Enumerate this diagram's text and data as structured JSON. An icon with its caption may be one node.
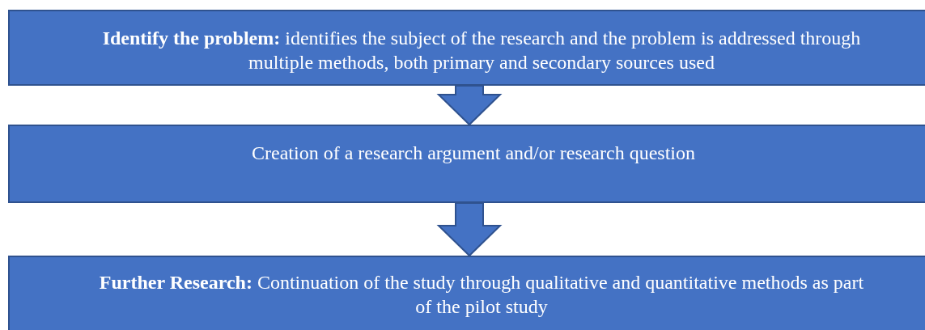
{
  "diagram": {
    "nodes": [
      {
        "text": [
          "**Identify the problem:** identifies the subject of the research and the problem is addressed through multiple methods, both primary and secondary sources used"
        ]
      },
      {
        "text": [
          "Creation of a research argument and/or research question"
        ]
      },
      {
        "text": [
          "**Further Research:** Continuation of the study through qualitative and quantitative methods as part of the pilot study"
        ]
      }
    ],
    "edges": [
      {
        "from": 0,
        "to": 1,
        "arrow": "to"
      },
      {
        "from": 1,
        "to": 2,
        "arrow": "to"
      }
    ]
  }
}
